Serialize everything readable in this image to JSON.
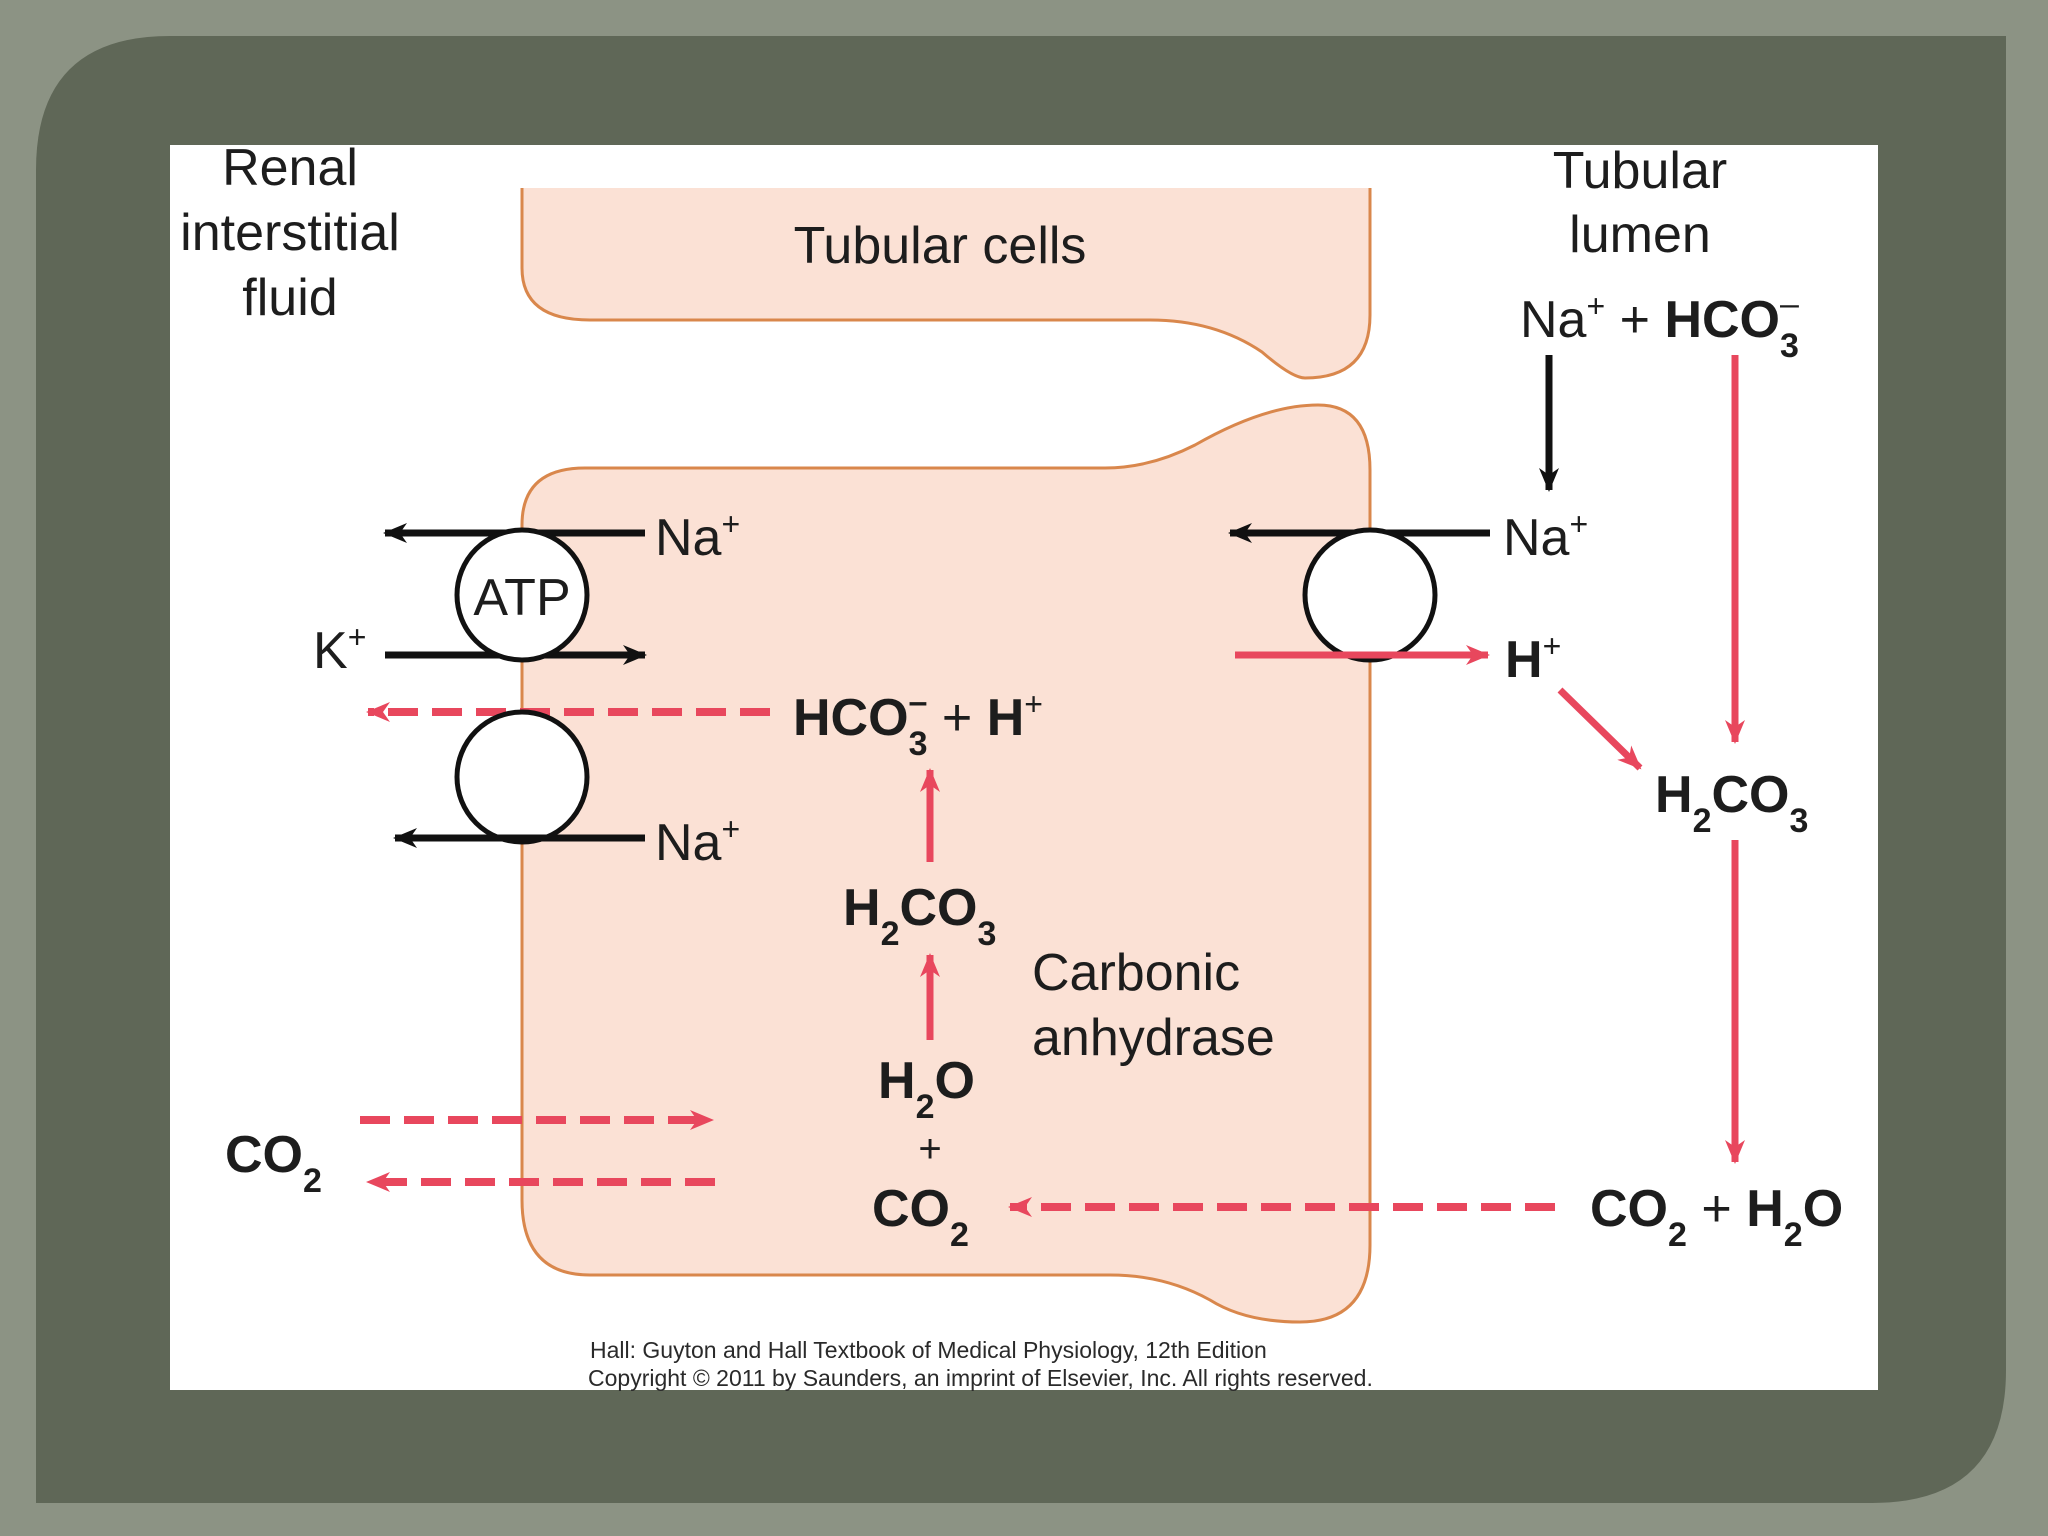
{
  "regions": {
    "interstitial_line1": "Renal",
    "interstitial_line2": "interstitial",
    "interstitial_line3": "fluid",
    "cells": "Tubular cells",
    "lumen_line1": "Tubular",
    "lumen_line2": "lumen"
  },
  "species": {
    "na": "Na",
    "plus": "+",
    "minus": "–",
    "k": "K",
    "h": "H",
    "hco": "HCO",
    "co": "CO",
    "o": "O",
    "sub2": "2",
    "sub3": "3"
  },
  "labels": {
    "atp": "ATP",
    "enzyme_line1": "Carbonic",
    "enzyme_line2": "anhydrase"
  },
  "caption": {
    "line1": "Hall: Guyton and Hall Textbook of Medical Physiology, 12th Edition",
    "line2": "Copyright © 2011 by Saunders, an imprint of Elsevier, Inc. All rights reserved."
  },
  "colors": {
    "frame": "#5f6757",
    "background": "#8c9384",
    "cell_fill": "#fbe1d5",
    "cell_outline": "#d9874c",
    "red_arrow": "#e8475d",
    "black_arrow": "#111111"
  }
}
